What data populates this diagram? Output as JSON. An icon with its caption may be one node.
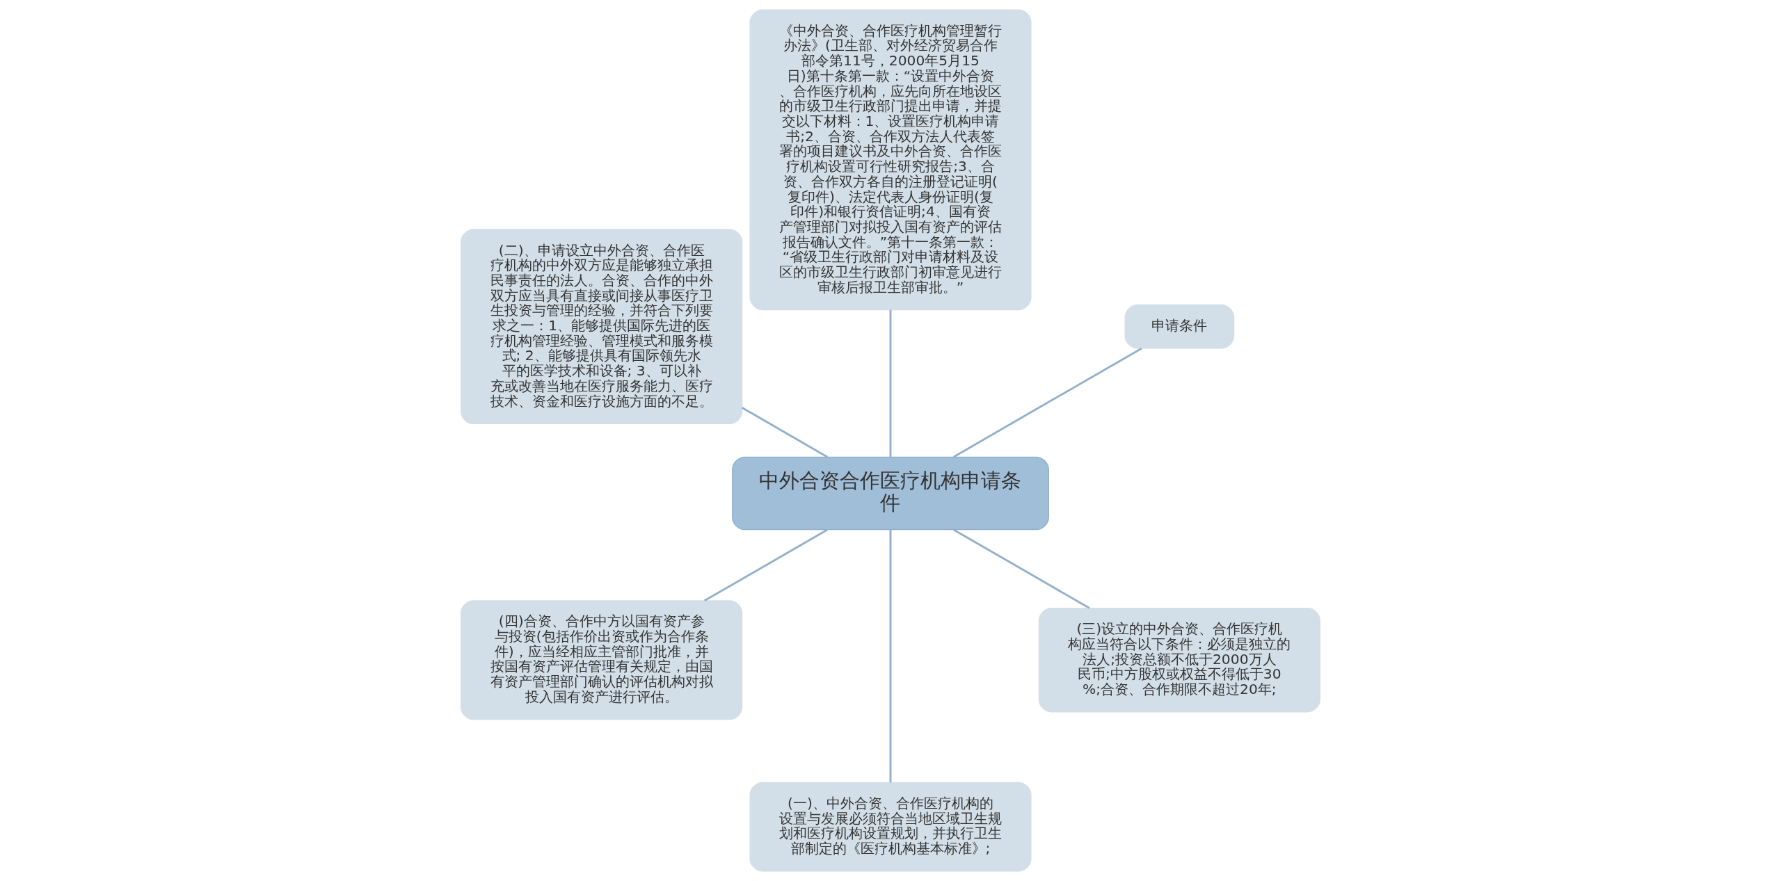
{
  "diagram": {
    "nodes": [
      {
        "text": [
          "中外合资合作医疗机构申请条件"
        ]
      },
      {
        "text": [
          "申请条件"
        ]
      },
      {
        "text": [
          "《中外合资、合作医疗机构管理暂行办法》(卫生部、对外经济贸易合作部令第11号，2000年5月15日)第十条第一款：“设置中外合资、合作医疗机构，应先向所在地设区的市级卫生行政部门提出申请，并提交以下材料：1、设置医疗机构申请书;2、合资、合作双方法人代表签署的项目建议书及中外合资、合作医疗机构设置可行性研究报告;3、合资、合作双方各自的注册登记证明(复印件)、法定代表人身份证明(复印件)和银行资信证明;4、国有资产管理部门对拟投入国有资产的评估报告确认文件。”第十一条第一款：“省级卫生行政部门对申请材料及设区的市级卫生行政部门初审意见进行审核后报卫生部审批。”"
        ]
      },
      {
        "text": [
          "(二)、申请设立中外合资、合作医疗机构的中外双方应是能够独立承担民事责任的法人。合资、合作的中外双方应当具有直接或间接从事医疗卫生投资与管理的经验，并符合下列要求之一：1、能够提供国际先进的医疗机构管理经验、管理模式和服务模式; 2、能够提供具有国际领先水平的医学技术和设备; 3、可以补充或改善当地在医疗服务能力、医疗技术、资金和医疗设施方面的不足。"
        ]
      },
      {
        "text": [
          "(四)合资、合作中方以国有资产参与投资(包括作价出资或作为合作条件)，应当经相应主管部门批准，并按国有资产评估管理有关规定，由国有资产管理部门确认的评估机构对拟投入国有资产进行评估。"
        ]
      },
      {
        "text": [
          "(一)、中外合资、合作医疗机构的设置与发展必须符合当地区域卫生规划和医疗机构设置规划，并执行卫生部制定的《医疗机构基本标准》;"
        ]
      },
      {
        "text": [
          "(三)设立的中外合资、合作医疗机构应当符合以下条件：必须是独立的法人;投资总额不低于2000万人民币;中方股权或权益不得低于30%;合资、合作期限不超过20年;"
        ]
      }
    ],
    "edges": [
      {
        "from": 0,
        "to": 1,
        "arrow": "none"
      },
      {
        "from": 0,
        "to": 2,
        "arrow": "none"
      },
      {
        "from": 0,
        "to": 3,
        "arrow": "none"
      },
      {
        "from": 0,
        "to": 4,
        "arrow": "none"
      },
      {
        "from": 0,
        "to": 5,
        "arrow": "none"
      },
      {
        "from": 0,
        "to": 6,
        "arrow": "none"
      }
    ]
  }
}
